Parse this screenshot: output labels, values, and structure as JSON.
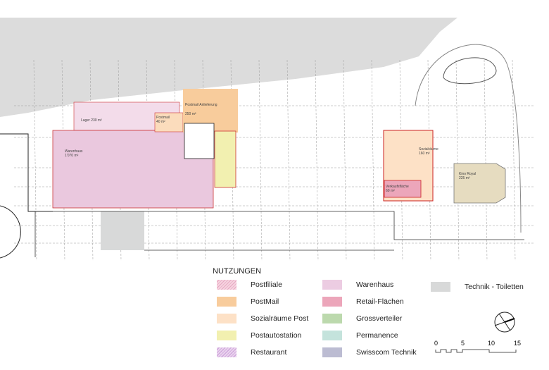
{
  "plan": {
    "rooms": [
      {
        "name": "Lager",
        "area": "230 m²"
      },
      {
        "name": "Postmail",
        "area": "40 m²"
      },
      {
        "name": "Postmail Anlieferung",
        "area": "250 m²"
      },
      {
        "name": "Warenhaus",
        "area": "1'070 m²"
      },
      {
        "name": "Sozialräume",
        "area": "160 m²"
      },
      {
        "name": "Verkaufsfläche",
        "area": "60 m²"
      },
      {
        "name": "Kino Royal",
        "area": "225 m²"
      }
    ]
  },
  "legend": {
    "title": "NUTZUNGEN",
    "items": [
      {
        "label": "Postfiliale",
        "color": "#f2c6d6"
      },
      {
        "label": "PostMail",
        "color": "#f8cc9c"
      },
      {
        "label": "Sozialräume Post",
        "color": "#fde1c6"
      },
      {
        "label": "Postautostation",
        "color": "#f2f0b0"
      },
      {
        "label": "Restaurant",
        "color": "#dec0e6"
      },
      {
        "label": "Warenhaus",
        "color": "#eccce2"
      },
      {
        "label": "Retail-Flächen",
        "color": "#eca6ba"
      },
      {
        "label": "Grossverteiler",
        "color": "#bcd9ad"
      },
      {
        "label": "Permanence",
        "color": "#c4e3dc"
      },
      {
        "label": "Swisscom Technik",
        "color": "#bcbcd2"
      },
      {
        "label": "Technik - Toiletten",
        "color": "#d8d9d9"
      }
    ],
    "scale": [
      "0",
      "5",
      "10",
      "15"
    ]
  }
}
